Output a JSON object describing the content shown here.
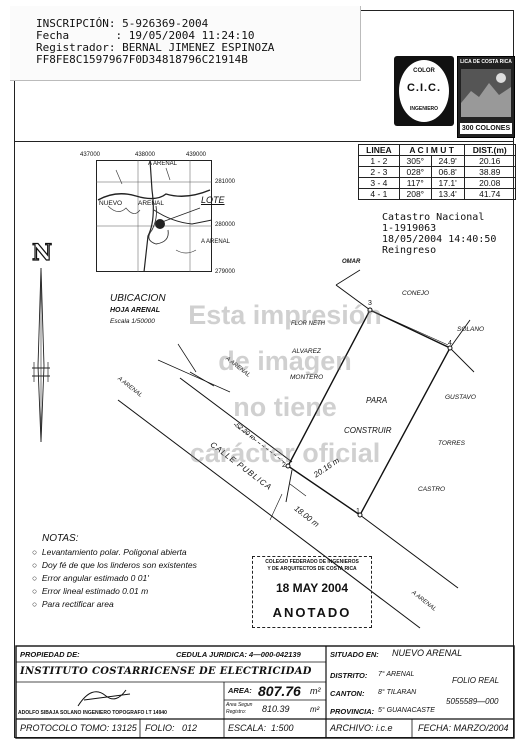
{
  "registro": {
    "inscripcion": "INSCRIPCIÓN: 5-926369-2004",
    "fecha": "Fecha       : 19/05/2004 11:24:10",
    "registrador": "Registrador: BERNAL JIMENEZ ESPINOZA",
    "hash": "FF8FE8C1597967F0D34818796C21914B"
  },
  "sello_colegio": {
    "top": "COLOR",
    "letters": "C.I.C.",
    "bottom": "INGENIERO"
  },
  "timbre": {
    "top": "LICA DE COSTA RICA",
    "value": "300 COLONES"
  },
  "rumbos": {
    "headers": [
      "LINEA",
      "A C I M U T",
      "DIST.(m)"
    ],
    "rows": [
      [
        "1 - 2",
        "305°",
        "24.9'",
        "20.16"
      ],
      [
        "2 - 3",
        "028°",
        "06.8'",
        "38.89"
      ],
      [
        "3 - 4",
        "117°",
        "17.1'",
        "20.08"
      ],
      [
        "4 - 1",
        "208°",
        "13.4'",
        "41.74"
      ]
    ]
  },
  "catastro": {
    "line1": "Catastro Nacional",
    "line2": "1-1919063",
    "line3": "18/05/2004 14:40:50",
    "line4": "Reingreso"
  },
  "mapa": {
    "coords_top": [
      "437000",
      "438000",
      "439000"
    ],
    "coords_right": [
      "281000",
      "280000",
      "279000"
    ],
    "a_arenal_top": "A ARENAL",
    "nuevo": "NUEVO",
    "arenal": "ARENAL",
    "lote": "LOTE",
    "a_arenal_right": "A ARENAL"
  },
  "norte": "N",
  "ubicacion": {
    "title": "UBICACION",
    "hoja": "HOJA ARENAL",
    "escala": "Escala 1/50000"
  },
  "plano": {
    "omar": "OMAR",
    "conejo": "CONEJO",
    "solano": "SOLANO",
    "flor": "FLOR NETH",
    "alvarez": "ALVAREZ",
    "montero": "MONTERO",
    "gustavo": "GUSTAVO",
    "para": "PARA",
    "construir": "CONSTRUIR",
    "torres": "TORRES",
    "castro": "CASTRO",
    "a_arenal_1": "A ARENAL",
    "a_arenal_2": "A ARENAL",
    "a_arenal_3": "A ARENAL",
    "calle": "CALLE PUBLICA",
    "dist_52": "52.30 m",
    "dist_2016": "20.16 m",
    "dist_18": "18.00 m",
    "v1": "1",
    "v2": "2",
    "v3": "3",
    "v4": "4"
  },
  "watermark": [
    "Esta impresión",
    "de imagen",
    "no tiene",
    "carácter oficial"
  ],
  "notas": {
    "title": "NOTAS:",
    "items": [
      "Levantamiento polar. Poligonal abierta",
      "Doy fé de que los linderos son existentes",
      "Error angular estimado 0 01'",
      "Error lineal   estimado 0.01 m",
      "Para rectificar area"
    ]
  },
  "sello_fecha": {
    "line1": "COLEGIO FEDERADO DE INGENIEROS",
    "line2": "Y DE ARQUITECTOS DE COSTA RICA",
    "date": "18 MAY 2004",
    "anotado": "ANOTADO"
  },
  "cajetin": {
    "propiedad_lbl": "PROPIEDAD DE:",
    "cedula": "CEDULA JURIDICA: 4—000-042139",
    "propietario": "INSTITUTO COSTARRICENSE DE ELECTRICIDAD",
    "topografo": "ADOLFO SIBAJA SOLANO INGENIERO TOPOGRAFO I.T 14940",
    "area_lbl": "AREA:",
    "area_val": "807.76",
    "area_unit": "m²",
    "area_seg_lbl1": "Area Segun",
    "area_seg_lbl2": "Registro:",
    "area_seg_val": "810.39",
    "area_seg_unit": "m²",
    "protocolo": "PROTOCOLO TOMO: 13125",
    "folio": "FOLIO:   012",
    "escala": "ESCALA:  1:500",
    "situado_lbl": "SITUADO EN:",
    "situado_val": "NUEVO ARENAL",
    "distrito_lbl": "DISTRITO:",
    "distrito_val": "7° ARENAL",
    "canton_lbl": "CANTON:",
    "canton_val": "8° TILARAN",
    "provincia_lbl": "PROVINCIA:",
    "provincia_val": "5° GUANACASTE",
    "folio_real_lbl": "FOLIO REAL",
    "folio_real_val": "5055589—000",
    "archivo": "ARCHIVO: i.c.e",
    "fecha": "FECHA: MARZO/2004"
  }
}
